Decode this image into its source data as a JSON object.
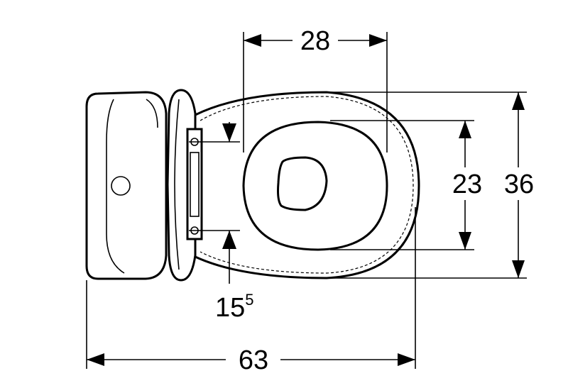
{
  "diagram": {
    "dimensions": {
      "width_28": "28",
      "height_23": "23",
      "height_36": "36",
      "fix_15_base": "15",
      "fix_15_sup": "5",
      "length_63": "63"
    },
    "colors": {
      "line": "#000000",
      "background": "#ffffff"
    }
  }
}
